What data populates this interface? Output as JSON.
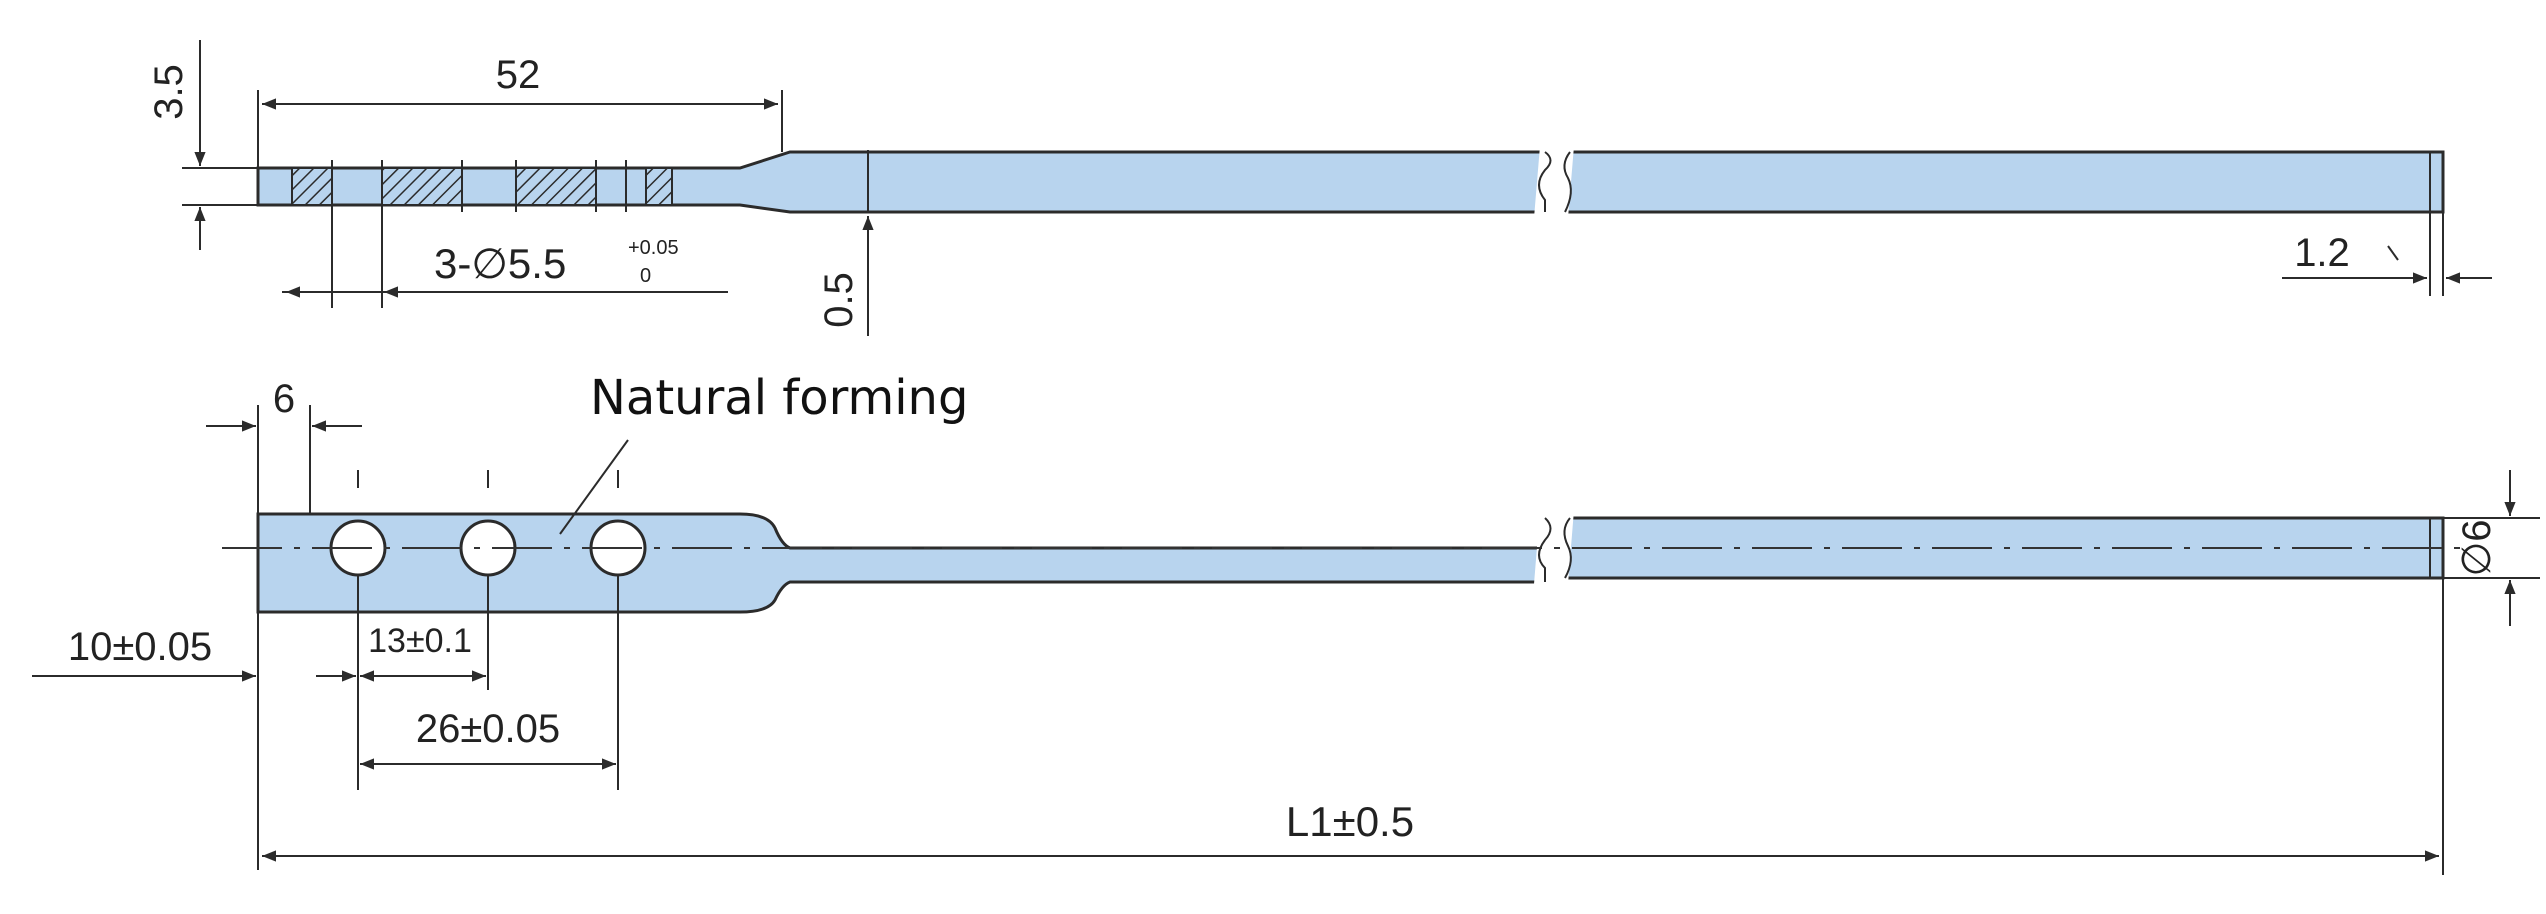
{
  "dimensions": {
    "flat_length": "52",
    "flat_thickness": "3.5",
    "hole_spec": "3-∅5.5",
    "hole_tol_upper": "+0.05",
    "hole_tol_lower": "0",
    "step": "0.5",
    "end_chamfer": "1.2",
    "end_offset": "6",
    "first_hole": "10±0.05",
    "hole_pitch": "13±0.1",
    "hole_span": "26±0.05",
    "total_length": "L1±0.5",
    "rod_diameter": "∅6"
  },
  "note": "Natural forming",
  "colors": {
    "part_fill": "#b8d4ee",
    "line": "#2b2b2b"
  }
}
